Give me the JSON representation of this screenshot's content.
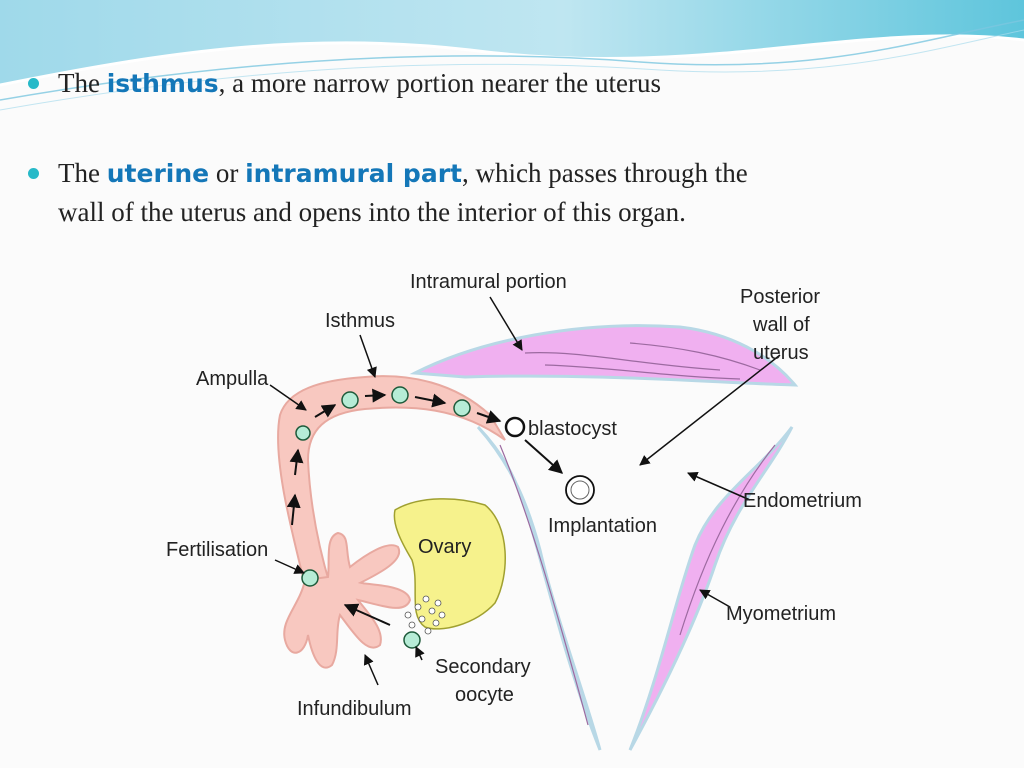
{
  "slide": {
    "bullets": [
      {
        "prefix": "The ",
        "term": "isthmus",
        "rest": ", a more narrow portion nearer the uterus"
      },
      {
        "prefix": "The ",
        "term": "uterine",
        "mid": " or ",
        "term2": "intramural part",
        "rest": ", which passes through the wall of the uterus and opens into the interior of this organ."
      }
    ]
  },
  "diagram": {
    "labels": {
      "intramural": "Intramural portion",
      "isthmus": "Isthmus",
      "ampulla": "Ampulla",
      "posterior_1": "Posterior",
      "posterior_2": "wall of",
      "posterior_3": "uterus",
      "blastocyst": "blastocyst",
      "implantation": "Implantation",
      "endometrium": "Endometrium",
      "fertilisation": "Fertilisation",
      "ovary": "Ovary",
      "myometrium": "Myometrium",
      "secondary_1": "Secondary",
      "secondary_2": "oocyte",
      "infundibulum": "Infundibulum"
    }
  },
  "colors": {
    "accent": "#27b9c8",
    "keyword": "#1477b8",
    "tube": "#f8c8c0",
    "uterus_wall": "#f0b0f0",
    "ovary": "#f6f28c"
  }
}
